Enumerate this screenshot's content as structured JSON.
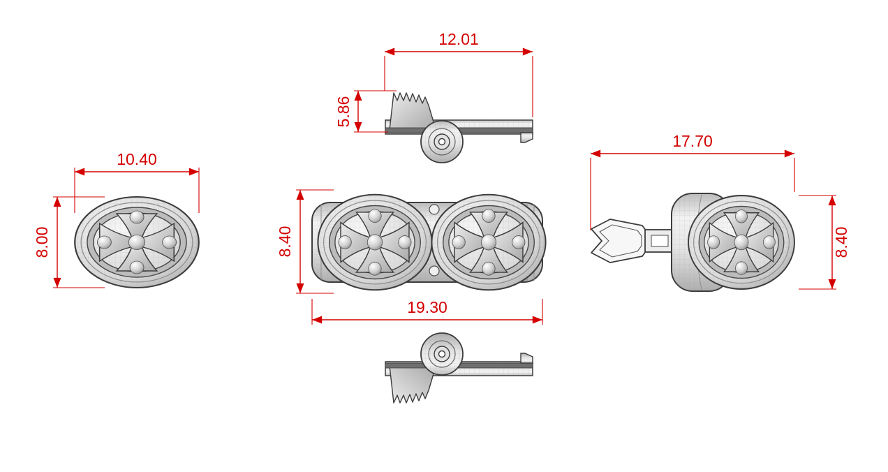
{
  "drawing": {
    "kind": "technical-orthographic-views-jewelry-clasp",
    "colors": {
      "dimension_red": "#d40000",
      "edge_dark": "#3c3c3c",
      "fill_light": "#f4f4f4",
      "fill_shade": "#b5b5b5",
      "background": "#ffffff"
    },
    "dimensions": {
      "top_lever_width": "12.01",
      "top_lever_height": "5.86",
      "front_single_width": "10.40",
      "front_single_height": "8.00",
      "front_assembly_width": "19.30",
      "front_assembly_height": "8.40",
      "side_assembly_width": "17.70",
      "side_assembly_height": "8.40"
    }
  }
}
